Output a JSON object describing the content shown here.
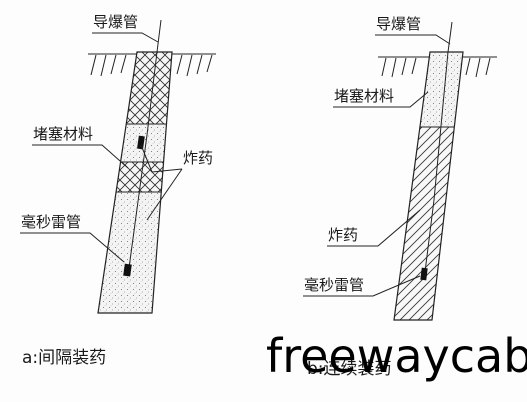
{
  "left_diagram": {
    "detonating_tube_label": "导爆管",
    "stemming_label": "堵塞材料",
    "explosive_label": "炸药",
    "detonator_label": "毫秒雷管",
    "caption": "a:间隔装药"
  },
  "right_diagram": {
    "detonating_tube_label": "导爆管",
    "stemming_label": "堵塞材料",
    "explosive_label": "炸药",
    "detonator_label": "毫秒雷管",
    "caption": "b:连续装药"
  },
  "watermark": "freewaycab"
}
